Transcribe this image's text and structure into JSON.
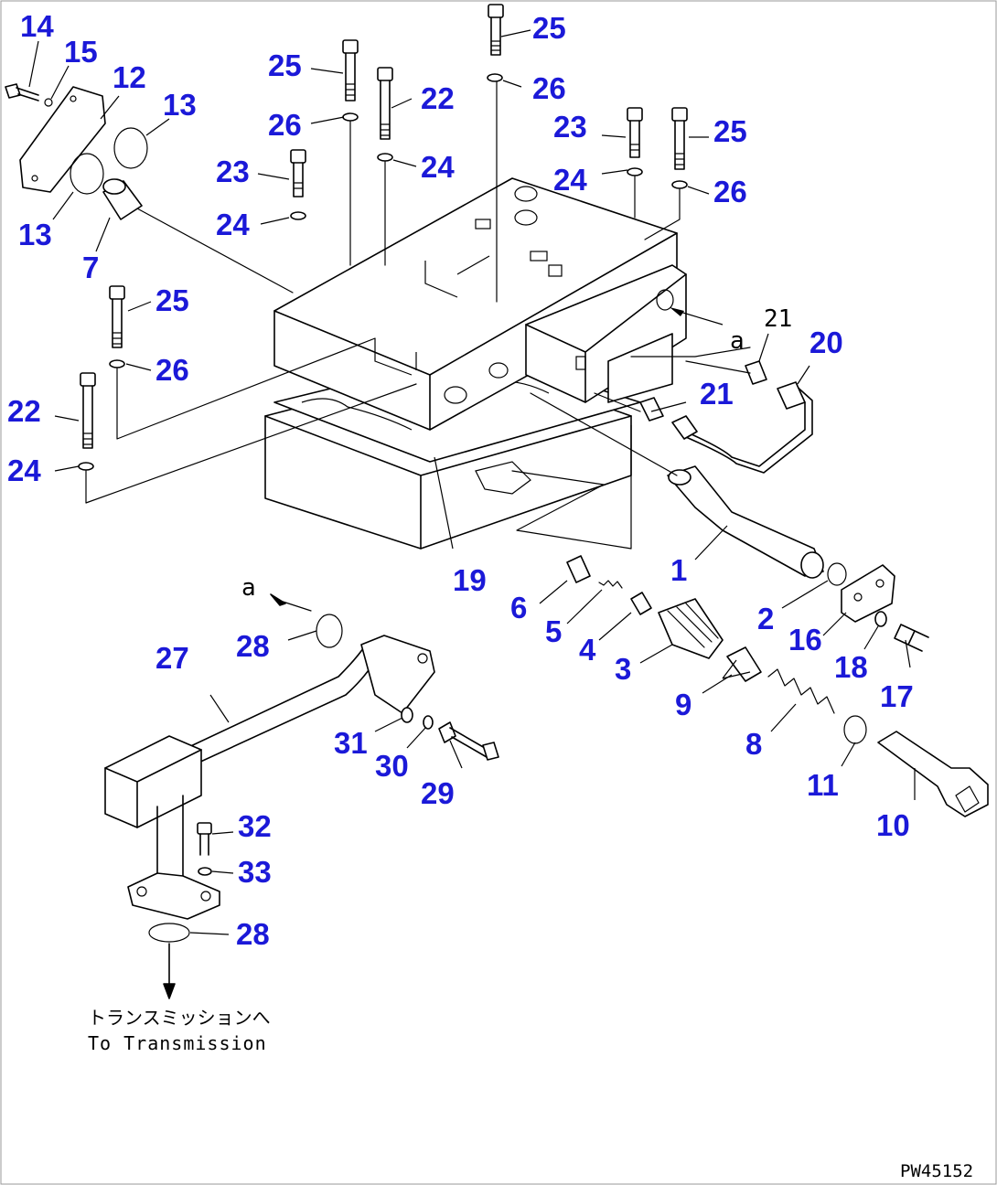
{
  "callouts": {
    "n14a": "14",
    "n15a": "15",
    "n12a": "12",
    "n13a": "13",
    "n13b": "13",
    "n7a": "7",
    "n25a": "25",
    "n25b": "25",
    "n25c": "25",
    "n25d": "25",
    "n26a": "26",
    "n26b": "26",
    "n26c": "26",
    "n26d": "26",
    "n22a": "22",
    "n22b": "22",
    "n23a": "23",
    "n23b": "23",
    "n24a": "24",
    "n24b": "24",
    "n24c": "24",
    "n24d": "24",
    "n21a": "21",
    "n20a": "20",
    "n1a": "1",
    "n2a": "2",
    "n3a": "3",
    "n4a": "4",
    "n5a": "5",
    "n6a": "6",
    "n8a": "8",
    "n9a": "9",
    "n10a": "10",
    "n11a": "11",
    "n16a": "16",
    "n17a": "17",
    "n18a": "18",
    "n19a": "19",
    "n27a": "27",
    "n28a": "28",
    "n28b": "28",
    "n29a": "29",
    "n30a": "30",
    "n31a": "31",
    "n32a": "32",
    "n33a": "33"
  },
  "labels": {
    "arrow_a1": "a",
    "arrow_a2": "a",
    "line21": "21",
    "transmission_jp": "トランスミッションへ",
    "transmission_en": "To Transmission"
  },
  "drawing_code": "PW45152"
}
